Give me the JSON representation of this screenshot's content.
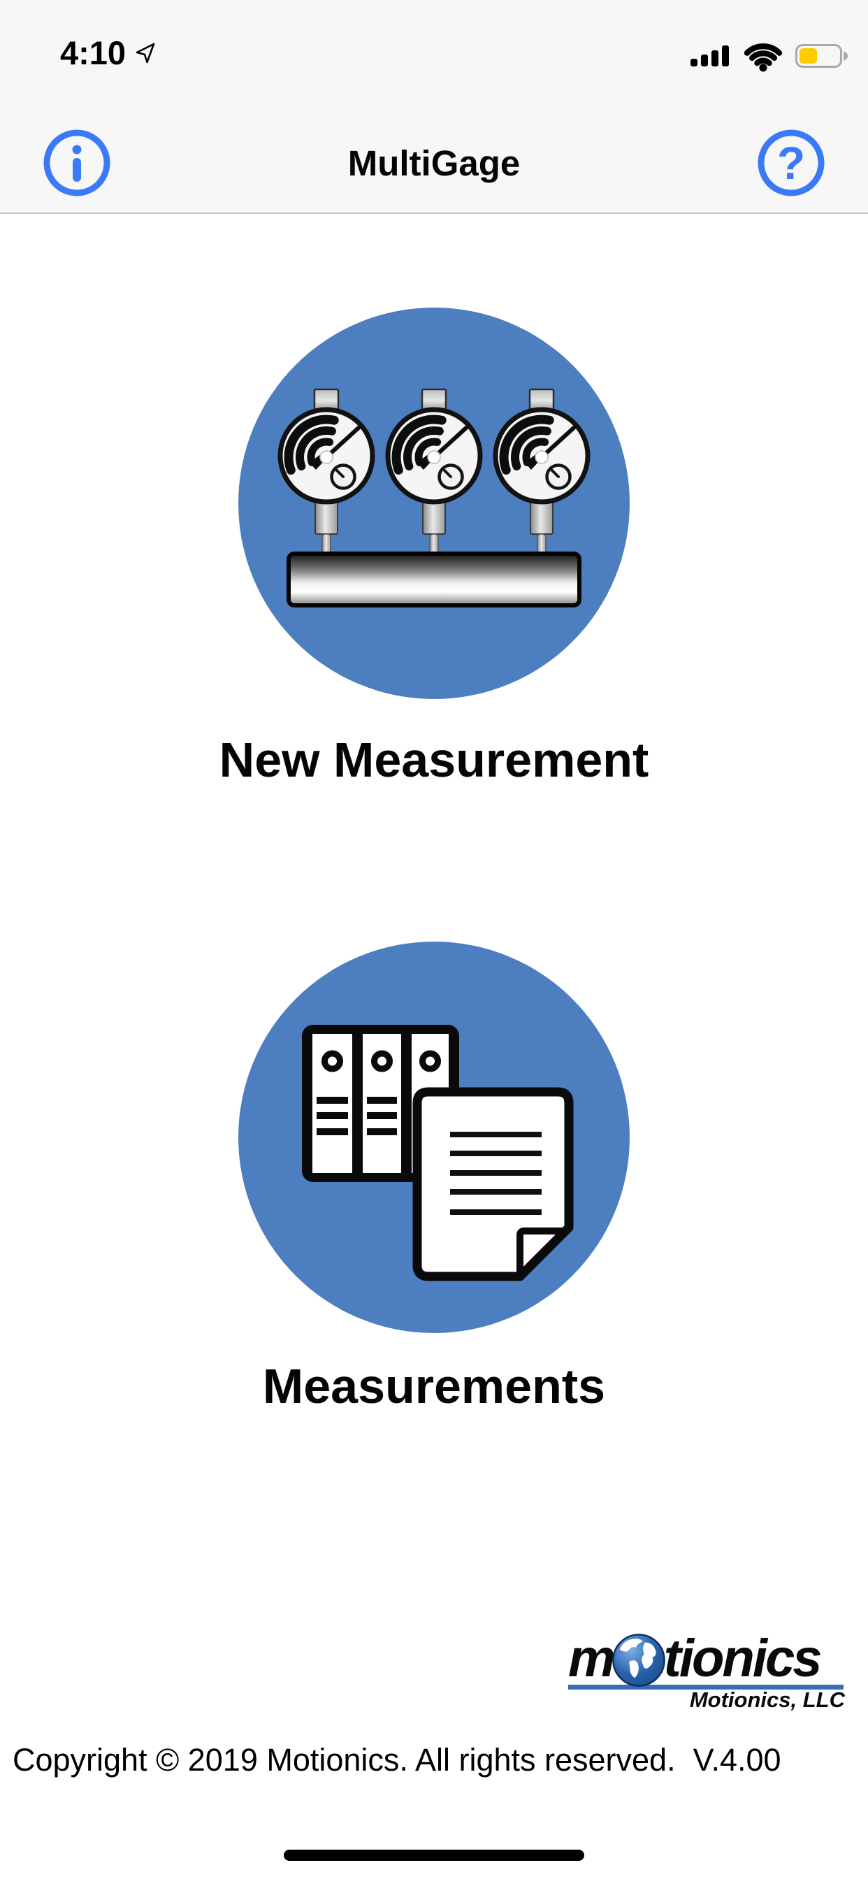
{
  "status_bar": {
    "time": "4:10",
    "icons": [
      "location-arrow-icon",
      "signal-bars-icon",
      "wifi-icon",
      "battery-icon"
    ],
    "battery_fill_fraction": 0.4
  },
  "nav": {
    "title": "MultiGage",
    "info_icon": "info-circle-icon",
    "help_icon": "question-circle-icon",
    "help_glyph": "?"
  },
  "home": {
    "new_measurement": {
      "label": "New Measurement",
      "icon": "dial-gauges-icon"
    },
    "measurements": {
      "label": "Measurements",
      "icon": "binders-document-icon"
    }
  },
  "footer": {
    "logo": {
      "prefix": "m",
      "globe_icon": "globe-icon",
      "suffix": "tionics",
      "subtext": "Motionics, LLC"
    },
    "copyright": "Copyright © 2019 Motionics. All rights reserved.  V.4.00"
  },
  "colors": {
    "accent_blue": "#4d7ebf",
    "nav_icon_blue": "#3b7af7",
    "battery_yellow": "#ffcc00",
    "logo_underline_blue": "#3a6db3"
  }
}
